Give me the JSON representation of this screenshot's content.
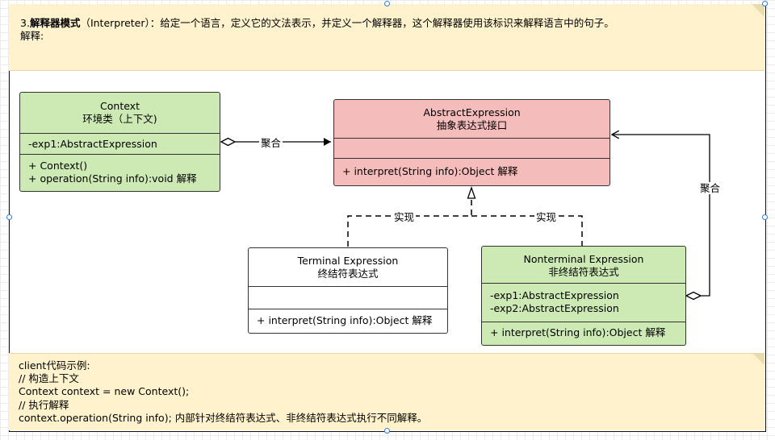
{
  "top_note": {
    "title_prefix": "3.",
    "title_bold": "解释器模式",
    "title_rest": "（Interpreter）：给定一个语言，定义它的文法表示，并定义一个解释器，这个解释器使用该标识来解释语言中的句子。",
    "line2": "解释:"
  },
  "classes": {
    "context": {
      "name": "Context",
      "alias": "环境类（上下文)",
      "attrs": [
        "-exp1:AbstractExpression"
      ],
      "ops": [
        "+ Context()",
        "+ operation(String info):void 解释"
      ]
    },
    "abstract": {
      "name": "AbstractExpression",
      "alias": "抽象表达式接口",
      "ops": [
        "+ interpret(String info):Object 解释"
      ]
    },
    "terminal": {
      "name": "Terminal Expression",
      "alias": "终结符表达式",
      "ops": [
        "+ interpret(String info):Object 解释"
      ]
    },
    "nonterminal": {
      "name": "Nonterminal Expression",
      "alias": "非终结符表达式",
      "attrs": [
        "-exp1:AbstractExpression",
        "-exp2:AbstractExpression"
      ],
      "ops": [
        "+ interpret(String info):Object 解释"
      ]
    }
  },
  "edge_labels": {
    "context_aggregation": "聚合",
    "terminal_realization": "实现",
    "nonterminal_realization": "实现",
    "nonterminal_aggregation": "聚合"
  },
  "bottom_note": {
    "lines": [
      "client代码示例:",
      "// 构造上下文",
      "Context context = new Context();",
      "// 执行解释",
      "context.operation(String info); 内部针对终结符表达式、非终结符表达式执行不同解释。"
    ]
  }
}
